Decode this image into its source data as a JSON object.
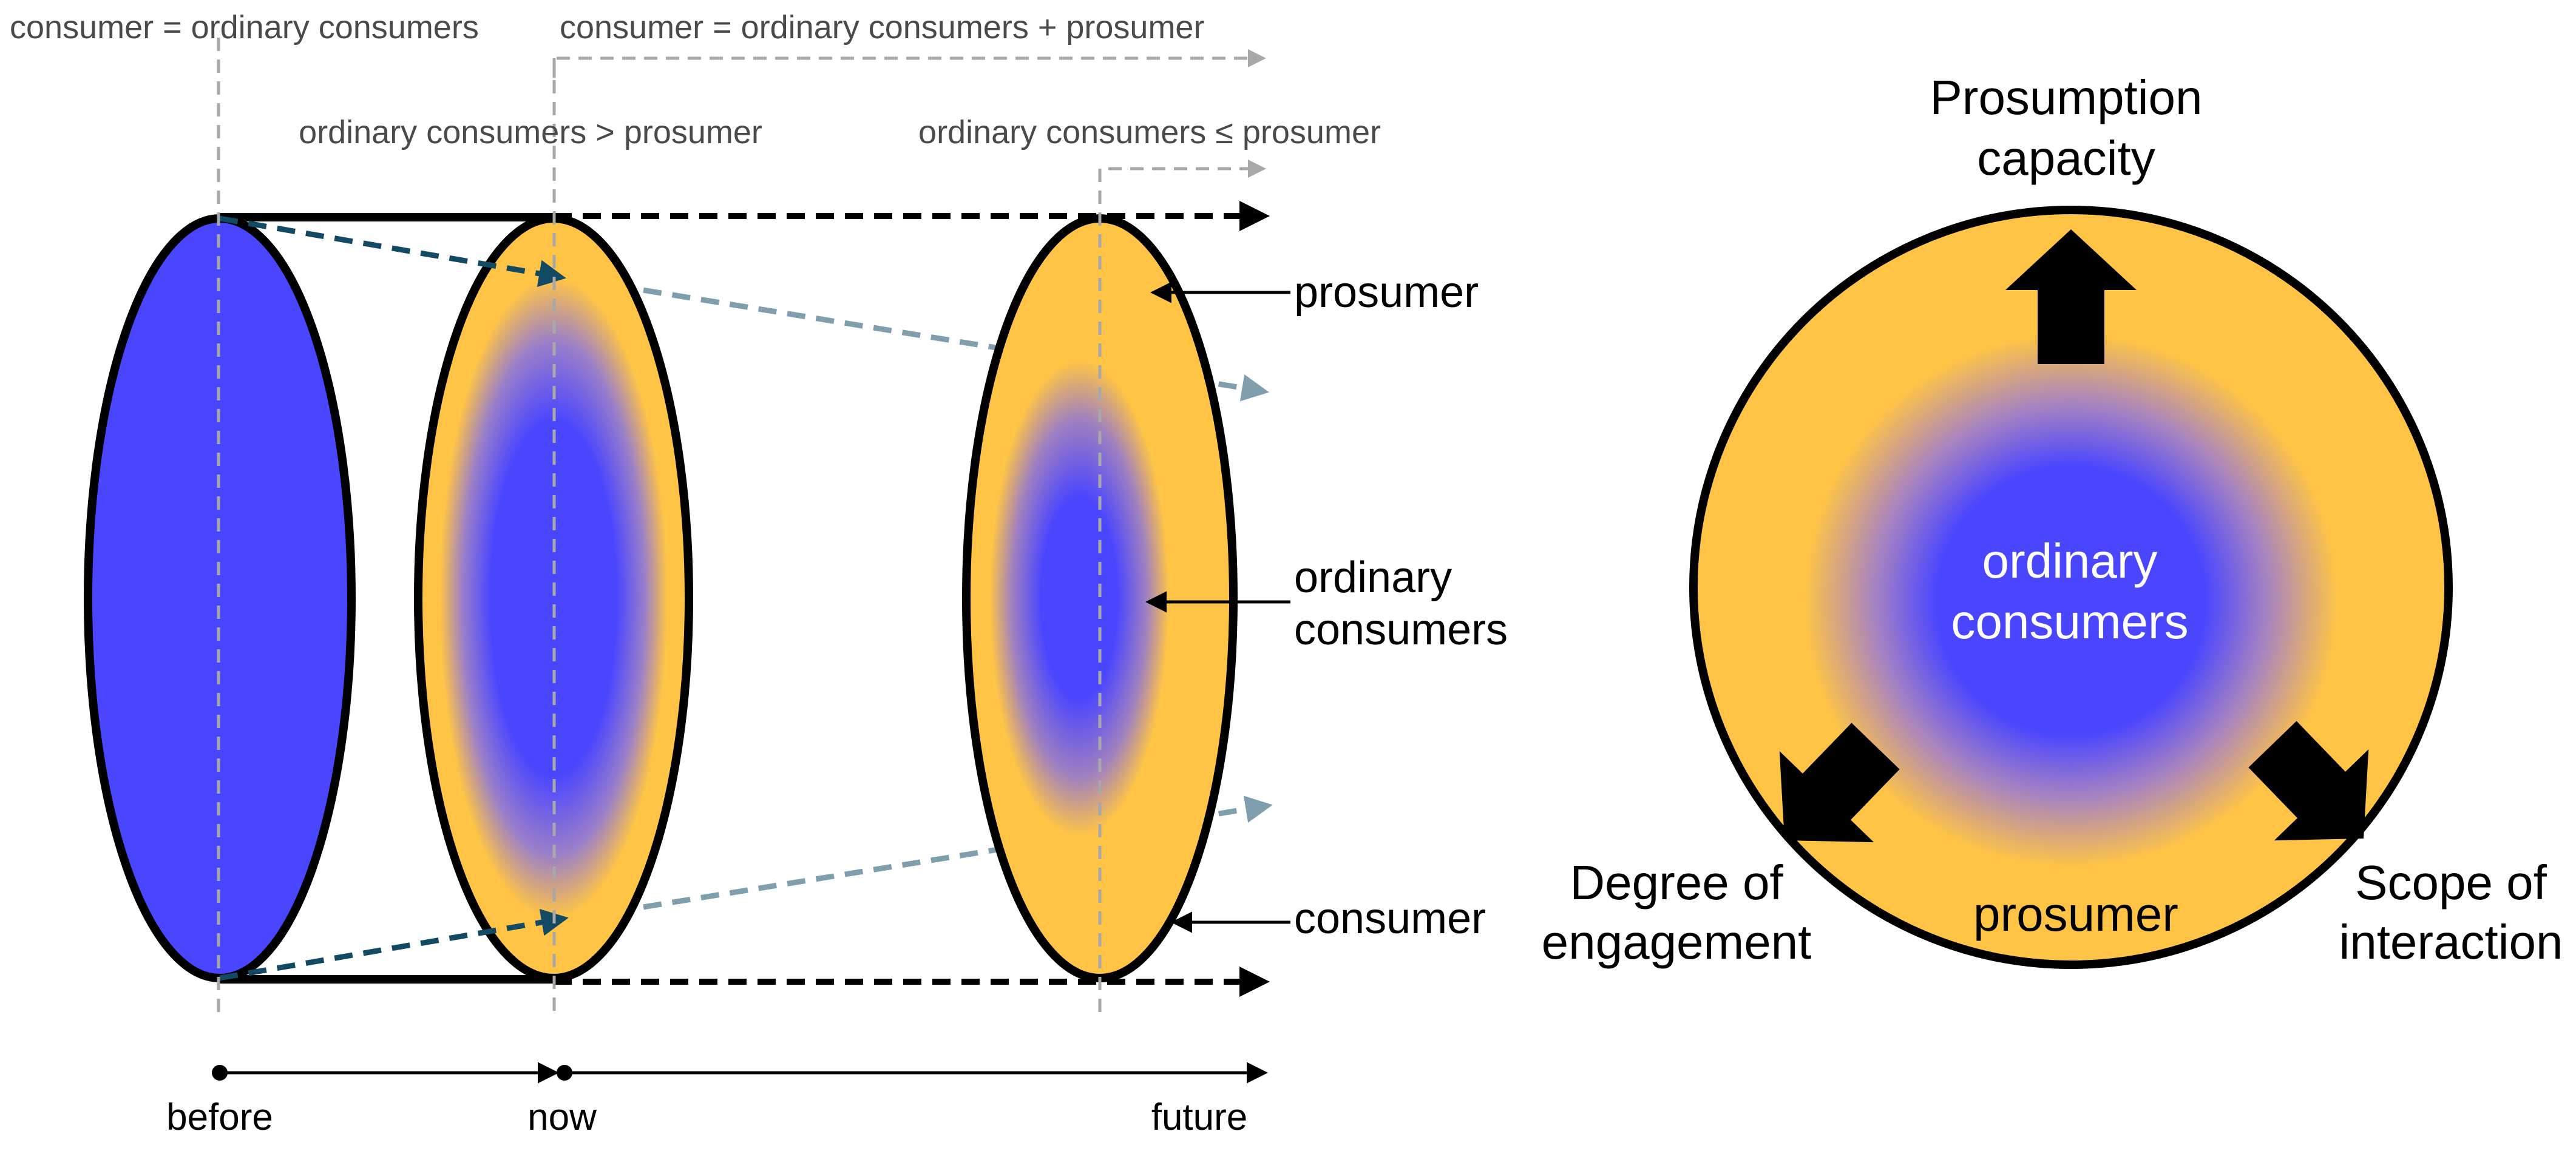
{
  "top_annotations": {
    "before_state": "consumer = ordinary consumers",
    "after_state": "consumer = ordinary consumers + prosumer",
    "now_relation": "ordinary consumers > prosumer",
    "future_relation": "ordinary consumers ≤ prosumer"
  },
  "timeline": {
    "before": "before",
    "now": "now",
    "future": "future"
  },
  "segment_labels": {
    "prosumer": "prosumer",
    "ordinary_line1": "ordinary",
    "ordinary_line2": "consumers",
    "consumer": "consumer"
  },
  "circle_diagram": {
    "top_line1": "Prosumption",
    "top_line2": "capacity",
    "left_line1": "Degree of",
    "left_line2": "engagement",
    "right_line1": "Scope of",
    "right_line2": "interaction",
    "center_line1": "ordinary",
    "center_line2": "consumers",
    "ring_label": "prosumer"
  },
  "colors": {
    "consumer_blue": "#4a45ff",
    "prosumer_orange": "#ffc446",
    "outline": "#000000",
    "guide_gray": "#a8a8a8",
    "dark_teal": "#134a63",
    "light_teal": "#7f9fae"
  }
}
